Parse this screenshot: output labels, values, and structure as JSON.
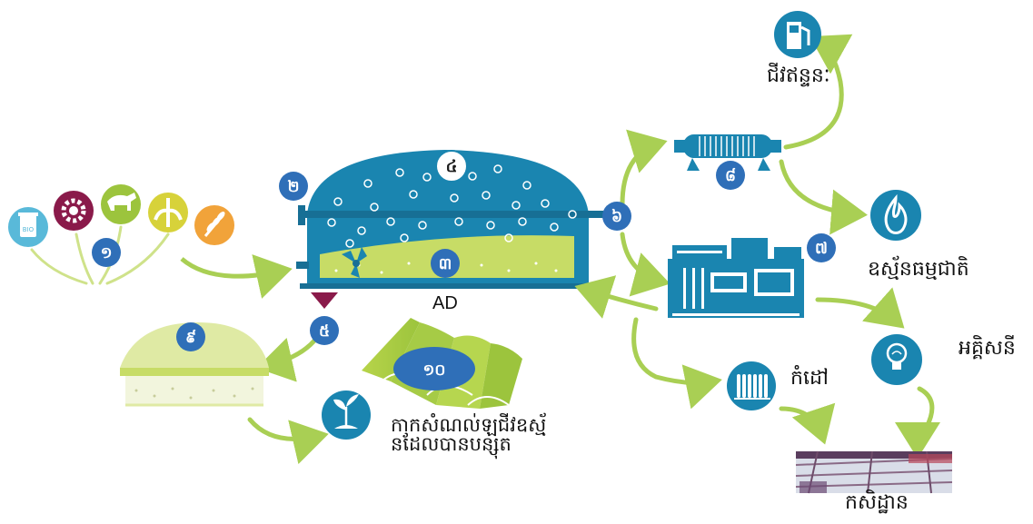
{
  "colors": {
    "blue": "#1a85b0",
    "badge_blue": "#2f6fb8",
    "green": "#9cc43d",
    "light_green": "#cfe28a",
    "arrow_green": "#a9cf54",
    "magenta": "#8a1a4a",
    "orange": "#f1a33a",
    "yellow": "#d7d23a",
    "cyan": "#59b9d9",
    "bubble_blue": "#3b9fd1"
  },
  "badges": {
    "b1": "១",
    "b2": "២",
    "b3": "៣",
    "b4": "៤",
    "b5": "៥",
    "b6": "៦",
    "b7": "៧",
    "b8": "៨",
    "b9": "៩",
    "b10": "១០"
  },
  "labels": {
    "ad": "AD",
    "biofuel": "ជីវឥន្ទនៈ",
    "natural_gas": "ឧស្ម័នធម្មជាតិ",
    "electricity": "អគ្គិសនី",
    "heat": "កំដៅ",
    "agriculture": "កសិដ្ឋាន",
    "biofertilizer_line1": "កាកសំណល់ឡជីវឧស្ម័",
    "biofertilizer_line2": "នដែលបានបន្សុត"
  },
  "icons": {
    "input_bin": "bio-bin-icon",
    "input_industry": "gear-icon",
    "input_livestock": "cow-icon",
    "input_plants": "plant-icon",
    "input_grain": "wheat-icon",
    "reactor": "digester-tank-icon",
    "mixer": "propeller-icon",
    "scrubber": "gas-upgrader-icon",
    "fuel_pump": "fuel-pump-icon",
    "flame": "flame-icon",
    "generator": "generator-icon",
    "bulb": "light-bulb-icon",
    "radiator": "radiator-icon",
    "greenhouse": "greenhouse-photo",
    "storage": "digestate-storage-icon",
    "sprout": "sprout-icon",
    "fields": "field-rows-icon"
  }
}
